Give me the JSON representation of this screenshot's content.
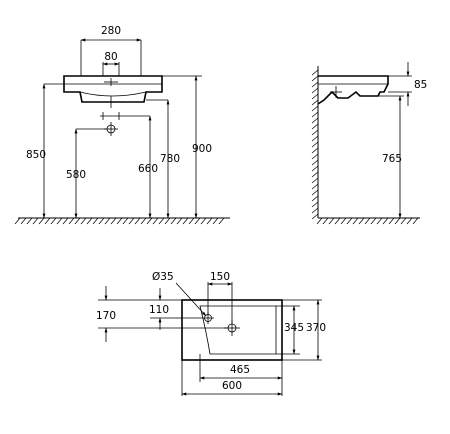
{
  "front_view": {
    "labels": {
      "width_top": "280",
      "width_inner": "80",
      "h850": "850",
      "h580": "580",
      "h660": "660",
      "h780": "780",
      "h900": "900"
    }
  },
  "side_view": {
    "labels": {
      "h85": "85",
      "h765": "765"
    }
  },
  "top_view": {
    "labels": {
      "diameter": "Ø35",
      "w150": "150",
      "h170": "170",
      "h110": "110",
      "d345": "345",
      "d370": "370",
      "w465": "465",
      "w600": "600"
    }
  }
}
